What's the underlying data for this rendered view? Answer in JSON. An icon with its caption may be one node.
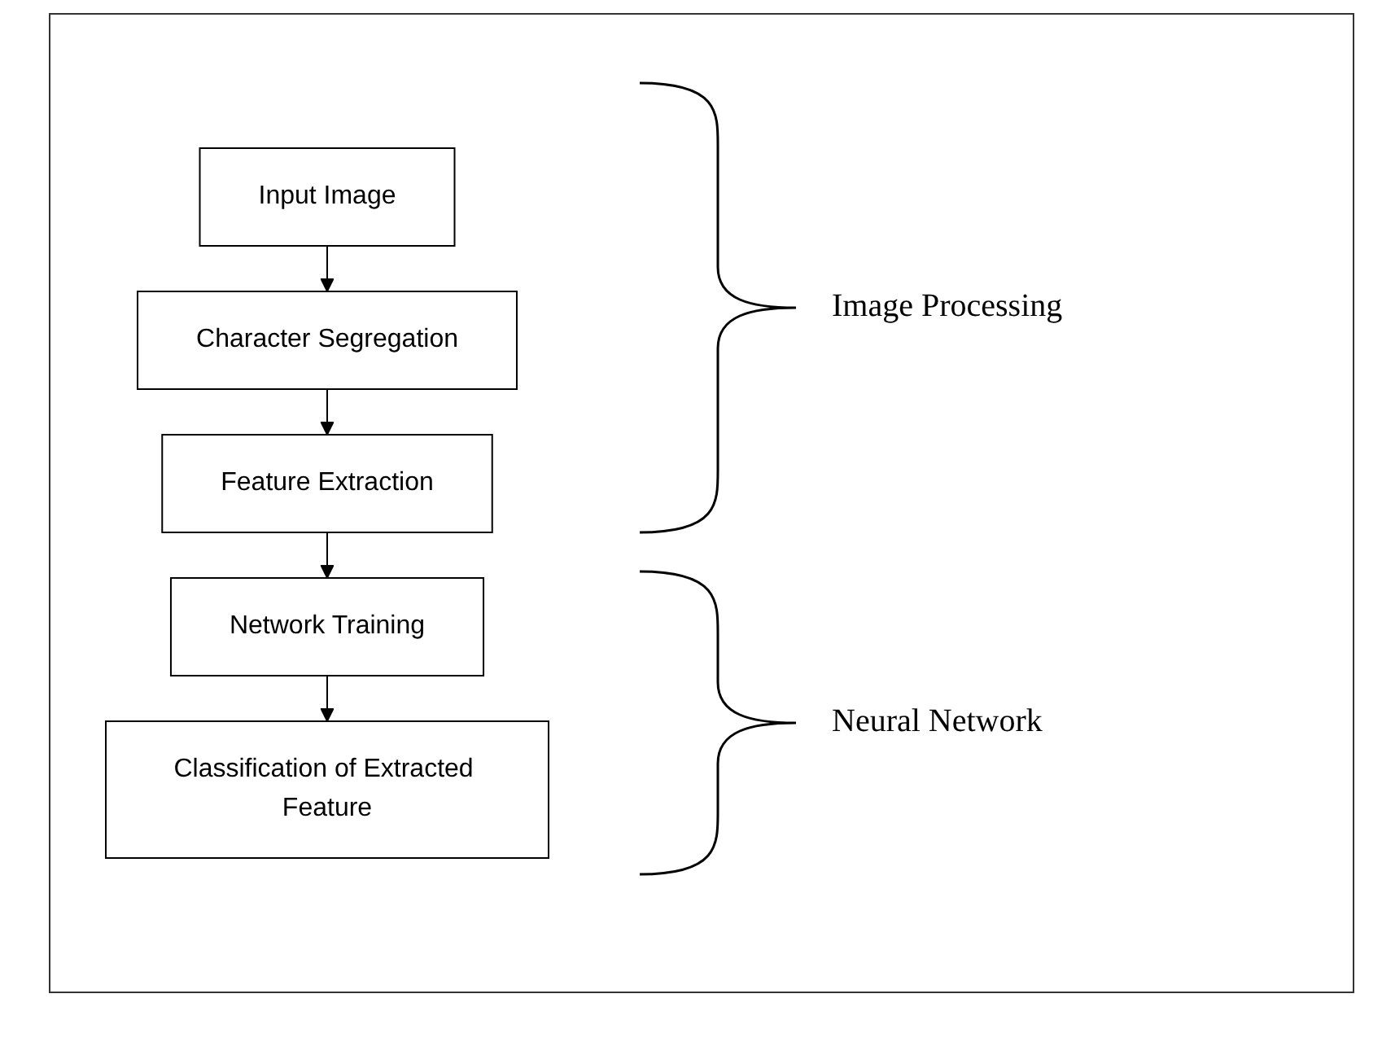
{
  "diagram": {
    "nodes": [
      {
        "text": [
          "Input Image"
        ]
      },
      {
        "text": [
          "Character Segregation"
        ]
      },
      {
        "text": [
          "Feature Extraction"
        ]
      },
      {
        "text": [
          "Network Training"
        ]
      },
      {
        "text": [
          "Classification of Extracted Feature"
        ]
      }
    ],
    "edges": [
      {
        "from": 0,
        "to": 1,
        "arrow": "to"
      },
      {
        "from": 1,
        "to": 2,
        "arrow": "to"
      },
      {
        "from": 2,
        "to": 3,
        "arrow": "to"
      },
      {
        "from": 3,
        "to": 4,
        "arrow": "to"
      }
    ],
    "labels": [
      "Image Processing",
      "Neural Network"
    ]
  }
}
